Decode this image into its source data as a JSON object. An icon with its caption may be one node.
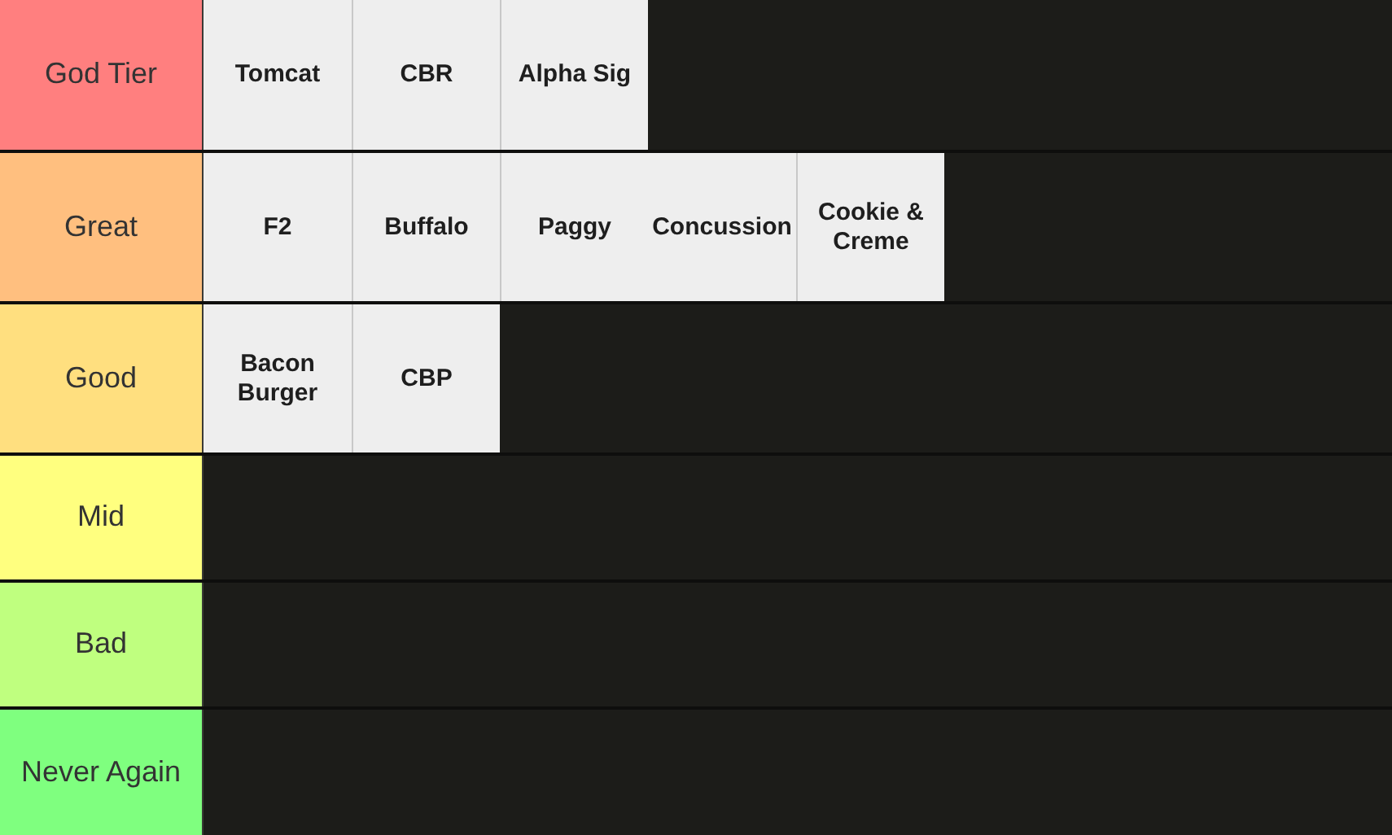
{
  "diagram": {
    "nodes": [
      {
        "text": [
          "God Tier"
        ]
      },
      {
        "text": [
          "Tomcat"
        ],
        "in": 0
      },
      {
        "text": [
          "CBR"
        ],
        "in": 0
      },
      {
        "text": [
          "Alpha Sig"
        ],
        "in": 0
      },
      {
        "text": [
          "Great"
        ]
      },
      {
        "text": [
          "F2"
        ],
        "in": 4
      },
      {
        "text": [
          "Buffalo"
        ],
        "in": 4
      },
      {
        "text": [
          "Paggy"
        ],
        "in": 4
      },
      {
        "text": [
          "Concussion"
        ],
        "in": 4
      },
      {
        "text": [
          "Cookie & Creme"
        ],
        "in": 4
      },
      {
        "text": [
          "Good"
        ]
      },
      {
        "text": [
          "Bacon Burger"
        ],
        "in": 10
      },
      {
        "text": [
          "CBP"
        ],
        "in": 10
      },
      {
        "text": [
          "Mid"
        ]
      },
      {
        "text": [
          "Bad"
        ]
      },
      {
        "text": [
          "Never Again"
        ]
      }
    ]
  }
}
